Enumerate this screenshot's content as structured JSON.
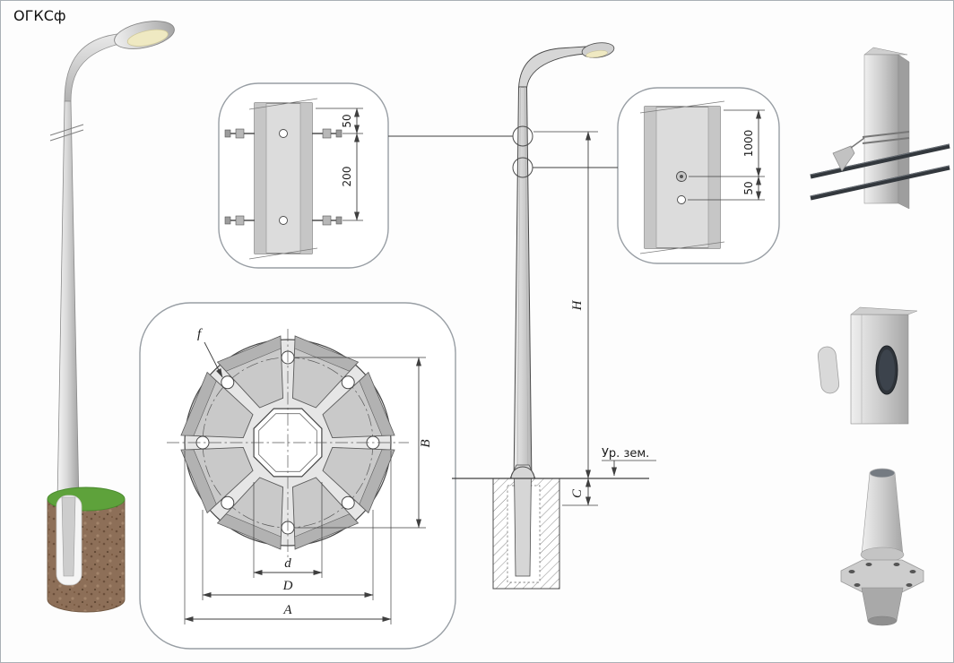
{
  "title": "ОГКСф",
  "detail_clamp": {
    "dim_top": "50",
    "dim_span": "200"
  },
  "detail_hole": {
    "dim_span": "1000",
    "dim_offset": "50"
  },
  "flange": {
    "dim_f": "f",
    "dim_B": "B",
    "dim_d": "d",
    "dim_D": "D",
    "dim_A": "A"
  },
  "elevation": {
    "dim_H": "H",
    "dim_C": "C",
    "ground_label": "Ур. зем."
  }
}
